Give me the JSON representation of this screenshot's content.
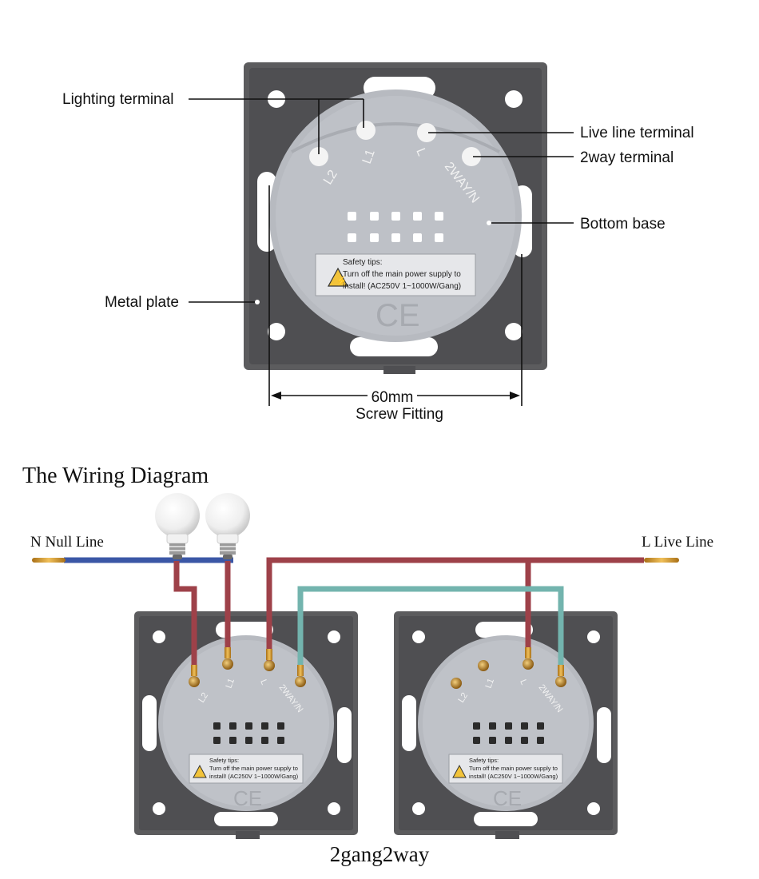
{
  "product": {
    "callouts": {
      "lighting_terminal": "Lighting terminal",
      "live_line_terminal": "Live line terminal",
      "two_way_terminal": "2way terminal",
      "bottom_base": "Bottom base",
      "metal_plate": "Metal plate"
    },
    "terminals": [
      "L2",
      "L1",
      "L",
      "2WAY/N"
    ],
    "safety": {
      "title": "Safety tips:",
      "line1": "Turn off the main power supply to",
      "line2": "install! (AC250V  1~1000W/Gang)"
    },
    "ce_mark": "CE",
    "dimension": {
      "value": "60mm",
      "caption": "Screw Fitting"
    }
  },
  "wiring": {
    "title": "The Wiring Diagram",
    "null_line": "N Null Line",
    "live_line": "L Live Line",
    "caption": "2gang2way",
    "switches": [
      {
        "terminals": [
          "L2",
          "L1",
          "L",
          "2WAY/N"
        ],
        "safety": {
          "title": "Safety tips:",
          "line1": "Turn off the main power supply to",
          "line2": "install! (AC250V  1~1000W/Gang)"
        },
        "ce_mark": "CE"
      },
      {
        "terminals": [
          "L2",
          "L1",
          "L",
          "2WAY/N"
        ],
        "safety": {
          "title": "Safety tips:",
          "line1": "Turn off the main power supply to",
          "line2": "install! (AC250V  1~1000W/Gang)"
        },
        "ce_mark": "CE"
      }
    ]
  },
  "colors": {
    "plate": "#5c5c5e",
    "base": "#b9bcc2",
    "null_wire": "#3b57a6",
    "live_wire": "#9e4149",
    "twoway_wire": "#73b4ae",
    "copper": "#d39a2b"
  }
}
